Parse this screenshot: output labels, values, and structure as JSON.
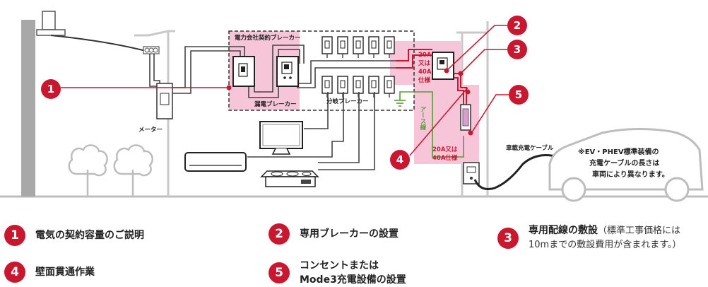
{
  "diagram": {
    "labels": {
      "meter": "メーター",
      "contract_breaker": "電力会社契約ブレーカー",
      "leakage_breaker": "漏電ブレーカー",
      "branch_breaker": "分岐ブレーカー",
      "ground_wire": "アース線",
      "onboard_cable": "車載充電ケーブル",
      "amp_upper_lines": [
        "20A",
        "又は",
        "40A",
        "仕様"
      ],
      "amp_lower_lines": [
        "20A又は",
        "40A仕様"
      ],
      "car_note_lines": [
        "※EV・PHEV標準装備の",
        "充電ケーブルの長さは",
        "車両により異なります。"
      ]
    },
    "markers": [
      "1",
      "2",
      "3",
      "4",
      "5"
    ]
  },
  "legend": [
    {
      "number": "1",
      "text": "電気の契約容量のご説明"
    },
    {
      "number": "2",
      "text": "専用ブレーカーの設置"
    },
    {
      "number": "3",
      "text": "専用配線の敷設",
      "note_line1": "（標準工事価格には",
      "note_line2": "10mまでの敷設費用が含まれます。）"
    },
    {
      "number": "4",
      "text": "壁面貫通作業"
    },
    {
      "number": "5",
      "text_line1": "コンセントまたは",
      "text_line2": "Mode3充電設備の設置"
    }
  ],
  "colors": {
    "accent": "#c9172f",
    "pink_zone": "#f6c6d8",
    "ground": "#5a9a3a",
    "wire": "#222222",
    "structure": "#c9c9c9"
  }
}
